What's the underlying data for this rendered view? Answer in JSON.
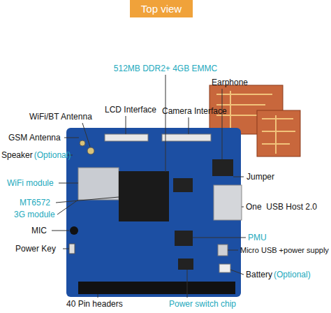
{
  "diagram": {
    "nodes": [
      {
        "text": [
          "Top view"
        ]
      }
    ],
    "labels": [
      "512MB DDR2+ 4GB EMMC",
      "Earphone",
      "LCD Interface",
      "Camera Interface",
      "WiFi/BT Antenna",
      "GSM Antenna",
      "Speaker",
      "(Optional)",
      "Jumper",
      "WiFi module",
      "MT6572",
      "3G module",
      "One  USB Host 2.0",
      "MIC",
      "Power Key",
      "PMU",
      "Micro USB +power supply",
      "Battery",
      "(Optional)",
      "40 Pin headers",
      "Power switch chip"
    ]
  }
}
